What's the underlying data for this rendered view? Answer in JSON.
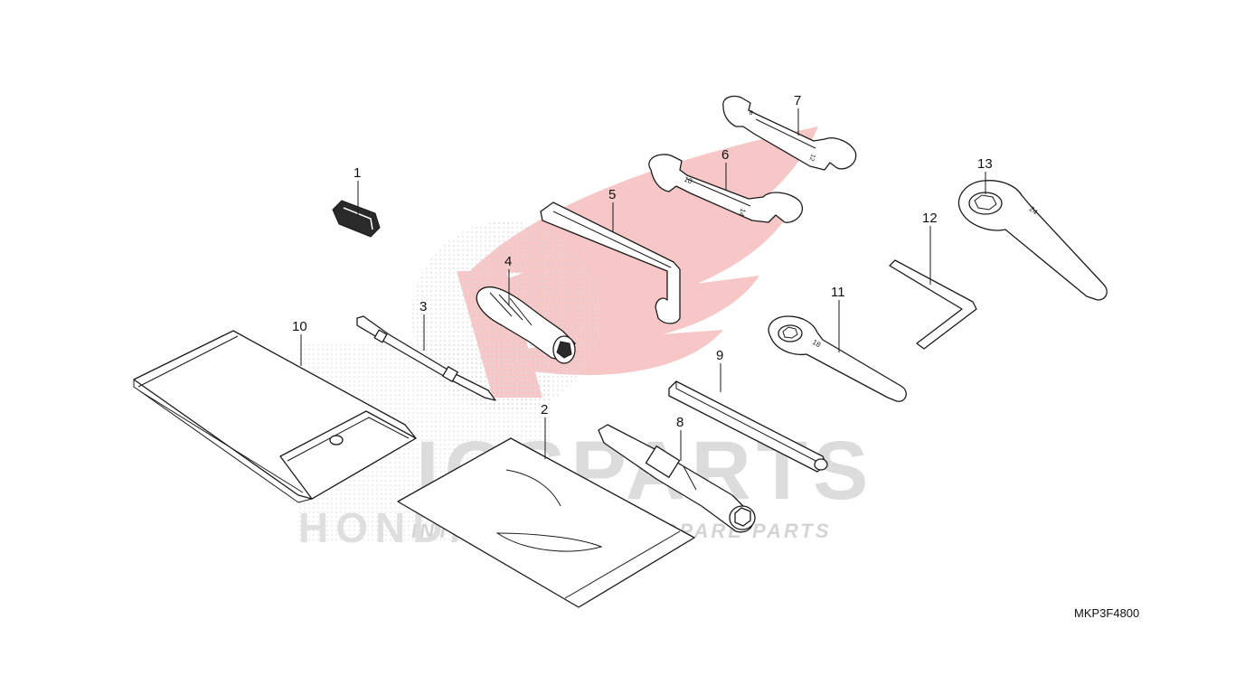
{
  "diagram_code": "MKP3F4800",
  "callouts": [
    "1",
    "2",
    "3",
    "4",
    "5",
    "6",
    "7",
    "8",
    "9",
    "10",
    "11",
    "12",
    "13"
  ],
  "wrench_marks": {
    "p6_small": "10",
    "p6_large": "14",
    "p7_small": "8",
    "p7_large": "12",
    "p11": "18",
    "p13": "24"
  },
  "watermark": {
    "brand": "ICSPARTS",
    "tagline": "INTERCONTINENTAL SPARE PARTS",
    "maker": "HONDA",
    "color": "#d9d9d9",
    "wing_color": "#e85a5a"
  },
  "colors": {
    "ink": "#1a1a1a",
    "background": "#ffffff"
  }
}
